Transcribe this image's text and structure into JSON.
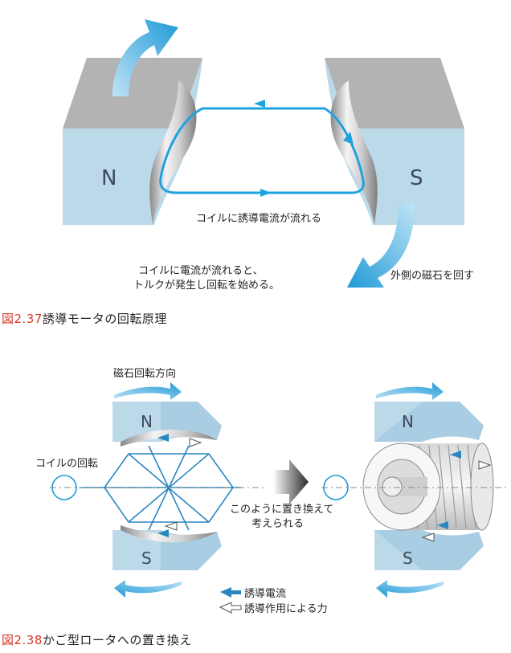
{
  "figure1": {
    "north_label": "N",
    "south_label": "S",
    "current_label": "コイルに誘導電流が流れる",
    "torque_line1": "コイルに電流が流れると、",
    "torque_line2": "トルクが発生し回転を始める。",
    "outer_magnet_label": "外側の磁石を回す",
    "caption_number": "図2.37",
    "caption_text": "誘導モータの回転原理"
  },
  "figure2": {
    "rotation_direction_label": "磁石回転方向",
    "coil_rotation_label": "コイルの回転",
    "replace_line1": "このように置き換えて",
    "replace_line2": "考えられる",
    "north_label": "N",
    "south_label": "S",
    "legend_current": "誘導電流",
    "legend_force": "誘導作用による力",
    "caption_number": "図2.38",
    "caption_text": "かご型ロータへの置き換え"
  },
  "colors": {
    "magnet_face": "#bcd9ea",
    "magnet_top": "#b3b3b3",
    "arrow_blue": "#1f9ad6",
    "coil_blue": "#1fa3e0",
    "caption_red": "#d83a2a"
  }
}
